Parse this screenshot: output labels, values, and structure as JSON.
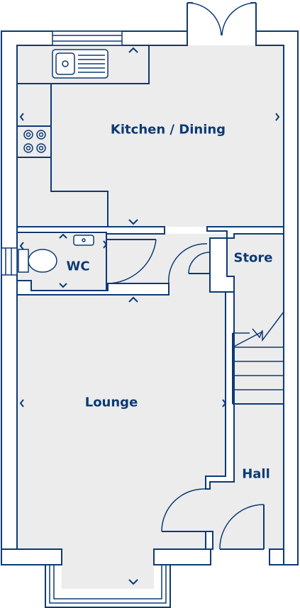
{
  "rooms": {
    "kitchen": "Kitchen / Dining",
    "wc": "WC",
    "store": "Store",
    "lounge": "Lounge",
    "hall": "Hall"
  },
  "colors": {
    "line": "#0d3a73",
    "floor": "#ececed"
  }
}
